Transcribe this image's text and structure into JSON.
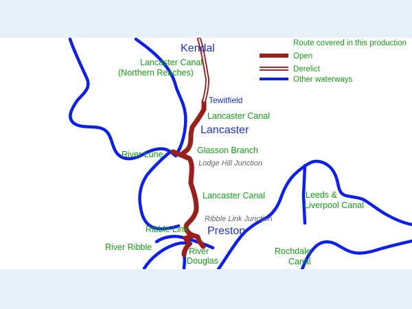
{
  "title": "Kendal",
  "places": {
    "lancaster": "Lancaster",
    "preston": "Preston",
    "tewitfield": "Tewitfield"
  },
  "labels": {
    "lancaster_canal_north_1": "Lancaster Canal",
    "lancaster_canal_north_2": "(Northern Reaches)",
    "lancaster_canal_upper": "Lancaster Canal",
    "glasson_branch": "Glasson Branch",
    "lodge_hill_junction": "Lodge Hill Junction",
    "river_lune": "River Lune",
    "lancaster_canal_lower": "Lancaster Canal",
    "ribble_link_junction": "Ribble Link Junction",
    "ribble_link": "Ribble Link",
    "river_ribble": "River Ribble",
    "river_douglas_1": "River",
    "river_douglas_2": "Douglas",
    "leeds_liverpool_1": "Leeds &",
    "leeds_liverpool_2": "Liverpool Canal",
    "rochdale_1": "Rochdale",
    "rochdale_2": "Canal"
  },
  "legend": {
    "title": "Route covered in this production",
    "open": "Open",
    "derelict": "Derelict",
    "other": "Other waterways"
  },
  "colors": {
    "open": "#9a1e1a",
    "derelict": "#9a1e1a",
    "other": "#0b1ff0",
    "label_green": "#12a012",
    "place_blue": "#1a2fd8",
    "junction_grey": "#666666"
  }
}
